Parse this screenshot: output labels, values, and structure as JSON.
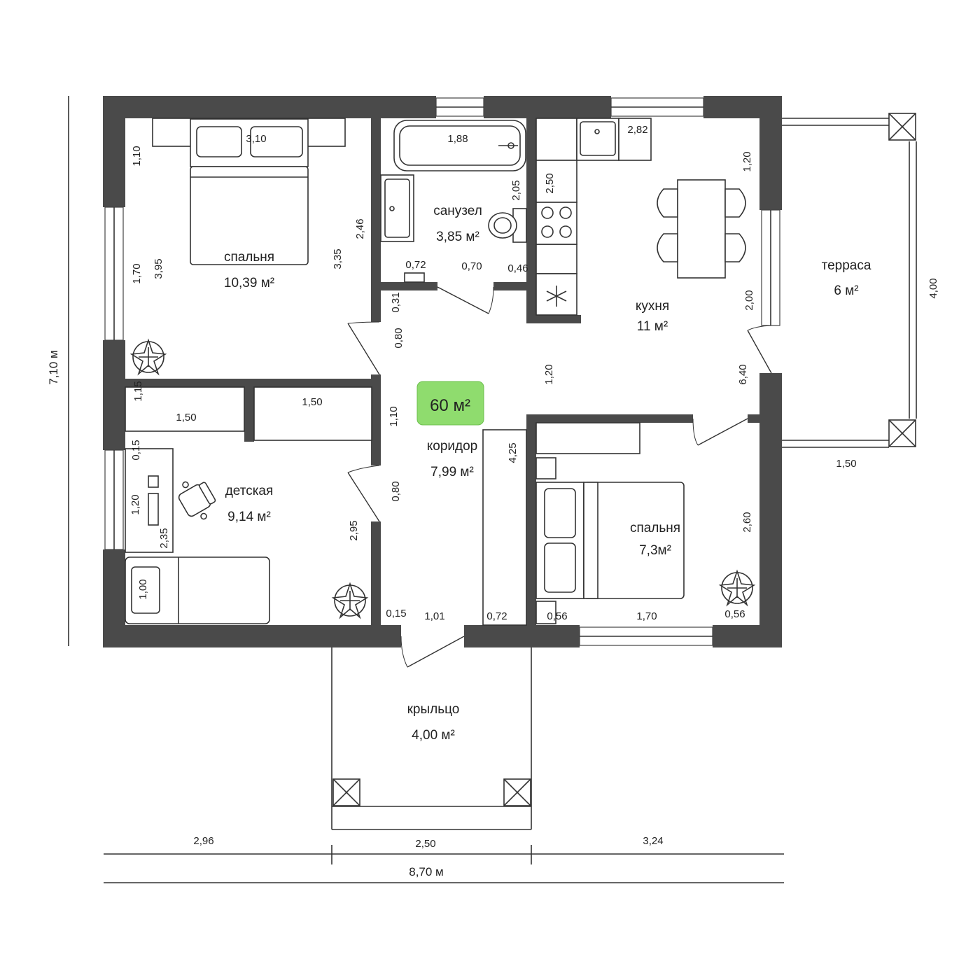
{
  "total_area": {
    "value": "60",
    "unit": "м²"
  },
  "rooms": {
    "bedroom1": {
      "name": "спальня",
      "area": "10,39 м²"
    },
    "bathroom": {
      "name": "санузел",
      "area": "3,85 м²"
    },
    "kitchen": {
      "name": "кухня",
      "area": "11 м²"
    },
    "terrace": {
      "name": "терраса",
      "area": "6 м²"
    },
    "corridor": {
      "name": "коридор",
      "area": "7,99 м²"
    },
    "nursery": {
      "name": "детская",
      "area": "9,14 м²"
    },
    "bedroom2": {
      "name": "спальня",
      "area": "7,3м²"
    },
    "porch": {
      "name": "крыльцо",
      "area": "4,00 м²"
    }
  },
  "overall": {
    "height": "7,10 м",
    "width": "8,70 м",
    "bottom_segments": [
      "2,96",
      "2,50",
      "3,24"
    ]
  },
  "dims": {
    "b1_top": "3,10",
    "b1_left_top": "1,10",
    "b1_win": "1,70",
    "b1_depth": "3,95",
    "b1_right": "3,35",
    "b1_bath_wall": "2,46",
    "bath_tub": "1,88",
    "bath_right": "2,05",
    "bath_a": "0,72",
    "bath_b": "0,70",
    "bath_c": "0,46",
    "k_top": "2,82",
    "k_counter": "2,50",
    "k_right_top": "1,20",
    "k_right_win": "2,00",
    "k_mid": "1,20",
    "k_right_low": "6,40",
    "corr_top": "0,31",
    "corr_door1": "0,80",
    "closet1_h": "1,15",
    "closet1_w": "1,50",
    "closet2_w": "1,50",
    "corr_mid": "1,10",
    "corr_door2": "0,80",
    "corr_len": "4,25",
    "n_a": "0,15",
    "n_b": "1,20",
    "n_c": "2,35",
    "n_right": "2,95",
    "n_bed": "1,00",
    "bot_a": "0,15",
    "bot_b": "1,01",
    "bot_c": "0,72",
    "bot_d": "0,56",
    "bot_e": "1,70",
    "bot_f": "0,56",
    "b2_right": "2,60",
    "t_height": "4,00",
    "t_width": "1,50"
  },
  "colors": {
    "wall": "#4a4a4a",
    "badge": "#8fdc6e"
  }
}
